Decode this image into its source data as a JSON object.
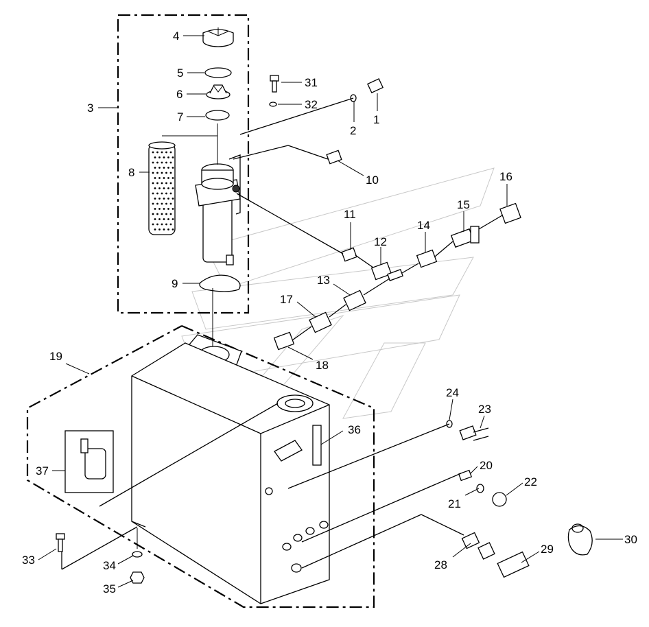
{
  "labels": {
    "l1": "1",
    "l2": "2",
    "l3": "3",
    "l4": "4",
    "l5": "5",
    "l6": "6",
    "l7": "7",
    "l8": "8",
    "l9": "9",
    "l10": "10",
    "l11": "11",
    "l12": "12",
    "l13": "13",
    "l14": "14",
    "l15": "15",
    "l16": "16",
    "l17": "17",
    "l18": "18",
    "l19": "19",
    "l20": "20",
    "l21": "21",
    "l22": "22",
    "l23": "23",
    "l24": "24",
    "l28": "28",
    "l29": "29",
    "l30": "30",
    "l31": "31",
    "l32": "32",
    "l33": "33",
    "l34": "34",
    "l35": "35",
    "l36": "36",
    "l37": "37"
  }
}
